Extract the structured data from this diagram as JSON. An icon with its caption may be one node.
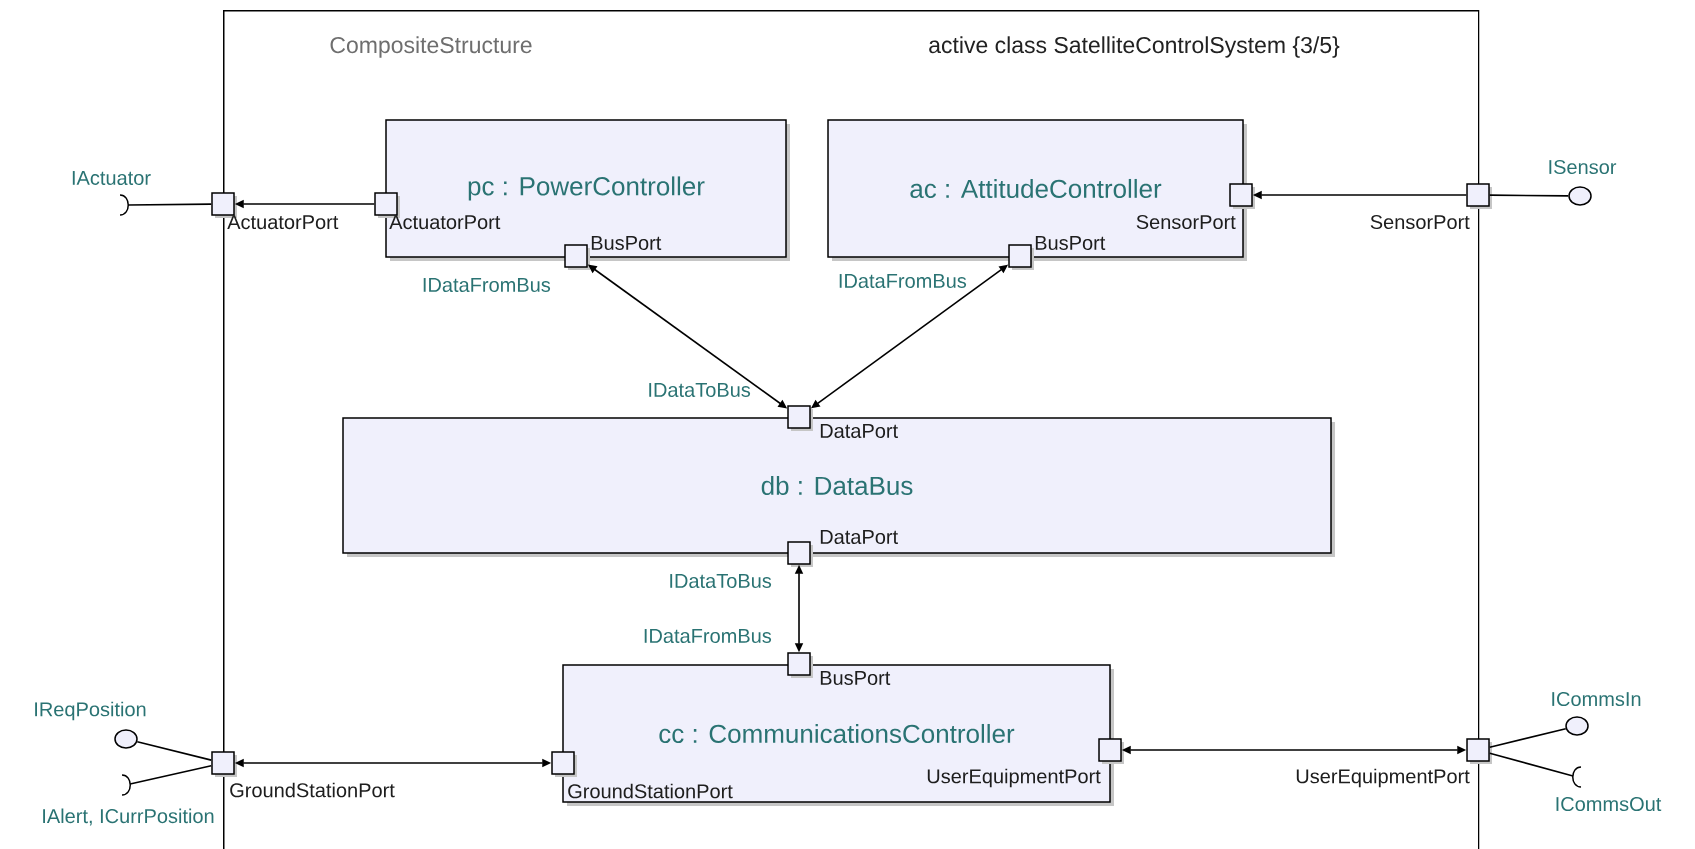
{
  "diagram": {
    "nodes": [
      {
        "text": [
          "CompositeStructure",
          "active class SatelliteControlSystem {3/5}"
        ]
      },
      {
        "text": [
          "pc : PowerController"
        ],
        "in": 0
      },
      {
        "text": [
          "ac : AttitudeController"
        ],
        "in": 0
      },
      {
        "text": [
          "db : DataBus"
        ],
        "in": 0
      },
      {
        "text": [
          "cc : CommunicationsController"
        ],
        "in": 0
      },
      {
        "text": [],
        "shape": "box",
        "beside": [
          "ActuatorPort"
        ]
      },
      {
        "text": [],
        "shape": "box",
        "beside": [
          "ActuatorPort"
        ],
        "in": 0
      },
      {
        "text": [],
        "shape": "box",
        "beside": [
          "BusPort",
          "IDataFromBus"
        ],
        "in": 0
      },
      {
        "text": [],
        "shape": "box",
        "beside": [
          "SensorPort"
        ],
        "in": 0
      },
      {
        "text": [],
        "shape": "box",
        "beside": [
          "SensorPort"
        ]
      },
      {
        "text": [],
        "shape": "box",
        "beside": [
          "BusPort"
        ],
        "in": 0
      },
      {
        "text": [],
        "shape": "box",
        "beside": [
          "DataPort"
        ],
        "in": 0
      },
      {
        "text": [],
        "shape": "box",
        "beside": [
          "DataPort",
          "IDataToBus"
        ],
        "in": 0
      },
      {
        "text": [],
        "shape": "box",
        "beside": [
          "BusPort",
          "IDataFromBus"
        ],
        "in": 0
      },
      {
        "text": [],
        "shape": "box",
        "beside": [
          "GroundStationPort"
        ]
      },
      {
        "text": [],
        "shape": "box",
        "beside": [
          "GroundStationPort"
        ],
        "in": 0
      },
      {
        "text": [],
        "shape": "box",
        "beside": [
          "UserEquipmentPort"
        ],
        "in": 0
      },
      {
        "text": [],
        "shape": "box",
        "beside": [
          "UserEquipmentPort"
        ]
      },
      {
        "text": [
          "IActuator"
        ]
      },
      {
        "text": [
          "ISensor"
        ]
      },
      {
        "text": [
          "IReqPosition"
        ]
      },
      {
        "text": [
          "IAlert, ICurrPosition"
        ]
      },
      {
        "text": [
          "ICommsIn"
        ]
      },
      {
        "text": [
          "ICommsOut"
        ]
      }
    ],
    "edges": [
      {
        "from": 6,
        "to": 5,
        "arrow": "to"
      },
      {
        "from": 9,
        "to": 8,
        "arrow": "to"
      },
      {
        "from": 7,
        "to": 11,
        "arrow": "both"
      },
      {
        "from": 10,
        "to": 11,
        "arrow": "both"
      },
      {
        "from": 12,
        "to": 13,
        "arrow": "both"
      },
      {
        "from": 14,
        "to": 15,
        "arrow": "both"
      },
      {
        "from": 16,
        "to": 17,
        "arrow": "both"
      },
      {
        "from": 5,
        "to": 18,
        "arrow": "none"
      },
      {
        "from": 9,
        "to": 19,
        "arrow": "none"
      },
      {
        "from": 14,
        "to": 20,
        "arrow": "none"
      },
      {
        "from": 14,
        "to": 21,
        "arrow": "none"
      },
      {
        "from": 17,
        "to": 22,
        "arrow": "none"
      },
      {
        "from": 17,
        "to": 23,
        "arrow": "none"
      }
    ],
    "labels": [
      "IDataFromBus",
      "IDataToBus"
    ]
  }
}
